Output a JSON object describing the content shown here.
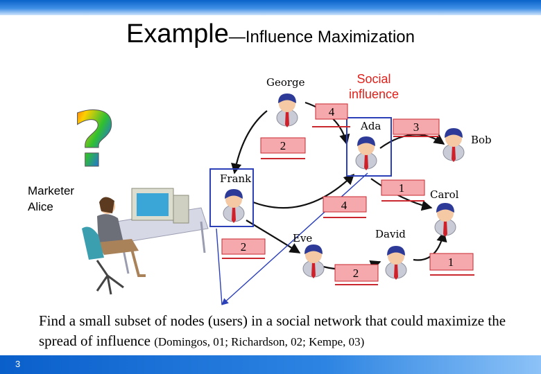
{
  "slide": {
    "title_main": "Example",
    "title_rest": "—Influence Maximization",
    "social_label": "Social influence",
    "marketer_line1": "Marketer",
    "marketer_line2": "Alice",
    "caption_main": "Find a small subset of nodes (users) in a social network that could maximize the spread of influence",
    "caption_refs": "(Domingos, 01; Richardson, 02; Kempe, 03)",
    "slide_number": "3"
  },
  "nodes": {
    "george": "George",
    "ada": "Ada",
    "bob": "Bob",
    "frank": "Frank",
    "carol": "Carol",
    "eve": "Eve",
    "david": "David"
  },
  "weights": {
    "george_ada": "4",
    "ada_bob": "3",
    "george_frank": "2",
    "ada_carol": "1",
    "frank_ada": "4",
    "frank_eve": "2",
    "eve_david": "2",
    "david_carol": "1"
  },
  "colors": {
    "label_fill": "#f6a9ad",
    "label_border": "#c8282e",
    "seed_box": "#2b3fb8",
    "accent_red": "#e0201a"
  }
}
